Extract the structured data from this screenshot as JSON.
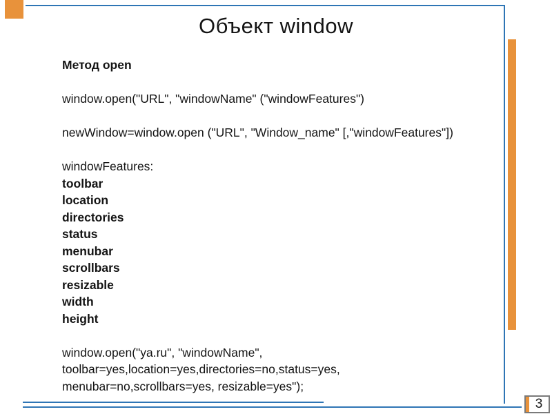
{
  "slide": {
    "title": "Объект window",
    "page_number": "3",
    "body": {
      "heading": "Метод open",
      "line1": "window.open(\"URL\", \"windowName\" (\"windowFeatures\")",
      "line2": "newWindow=window.open (\"URL\", \"Window_name\" [,\"windowFeatures\"])",
      "features_label": "windowFeatures:",
      "features": [
        "toolbar",
        "location",
        "directories",
        "status",
        "menubar",
        "scrollbars",
        "resizable",
        "width",
        "height"
      ],
      "example_line1": "window.open(\"ya.ru\", \"windowName\",",
      "example_line2": "toolbar=yes,location=yes,directories=no,status=yes,",
      "example_line3": "menubar=no,scrollbars=yes, resizable=yes\");"
    },
    "colors": {
      "accent_orange": "#E8923B",
      "accent_blue": "#2E75B5"
    }
  }
}
